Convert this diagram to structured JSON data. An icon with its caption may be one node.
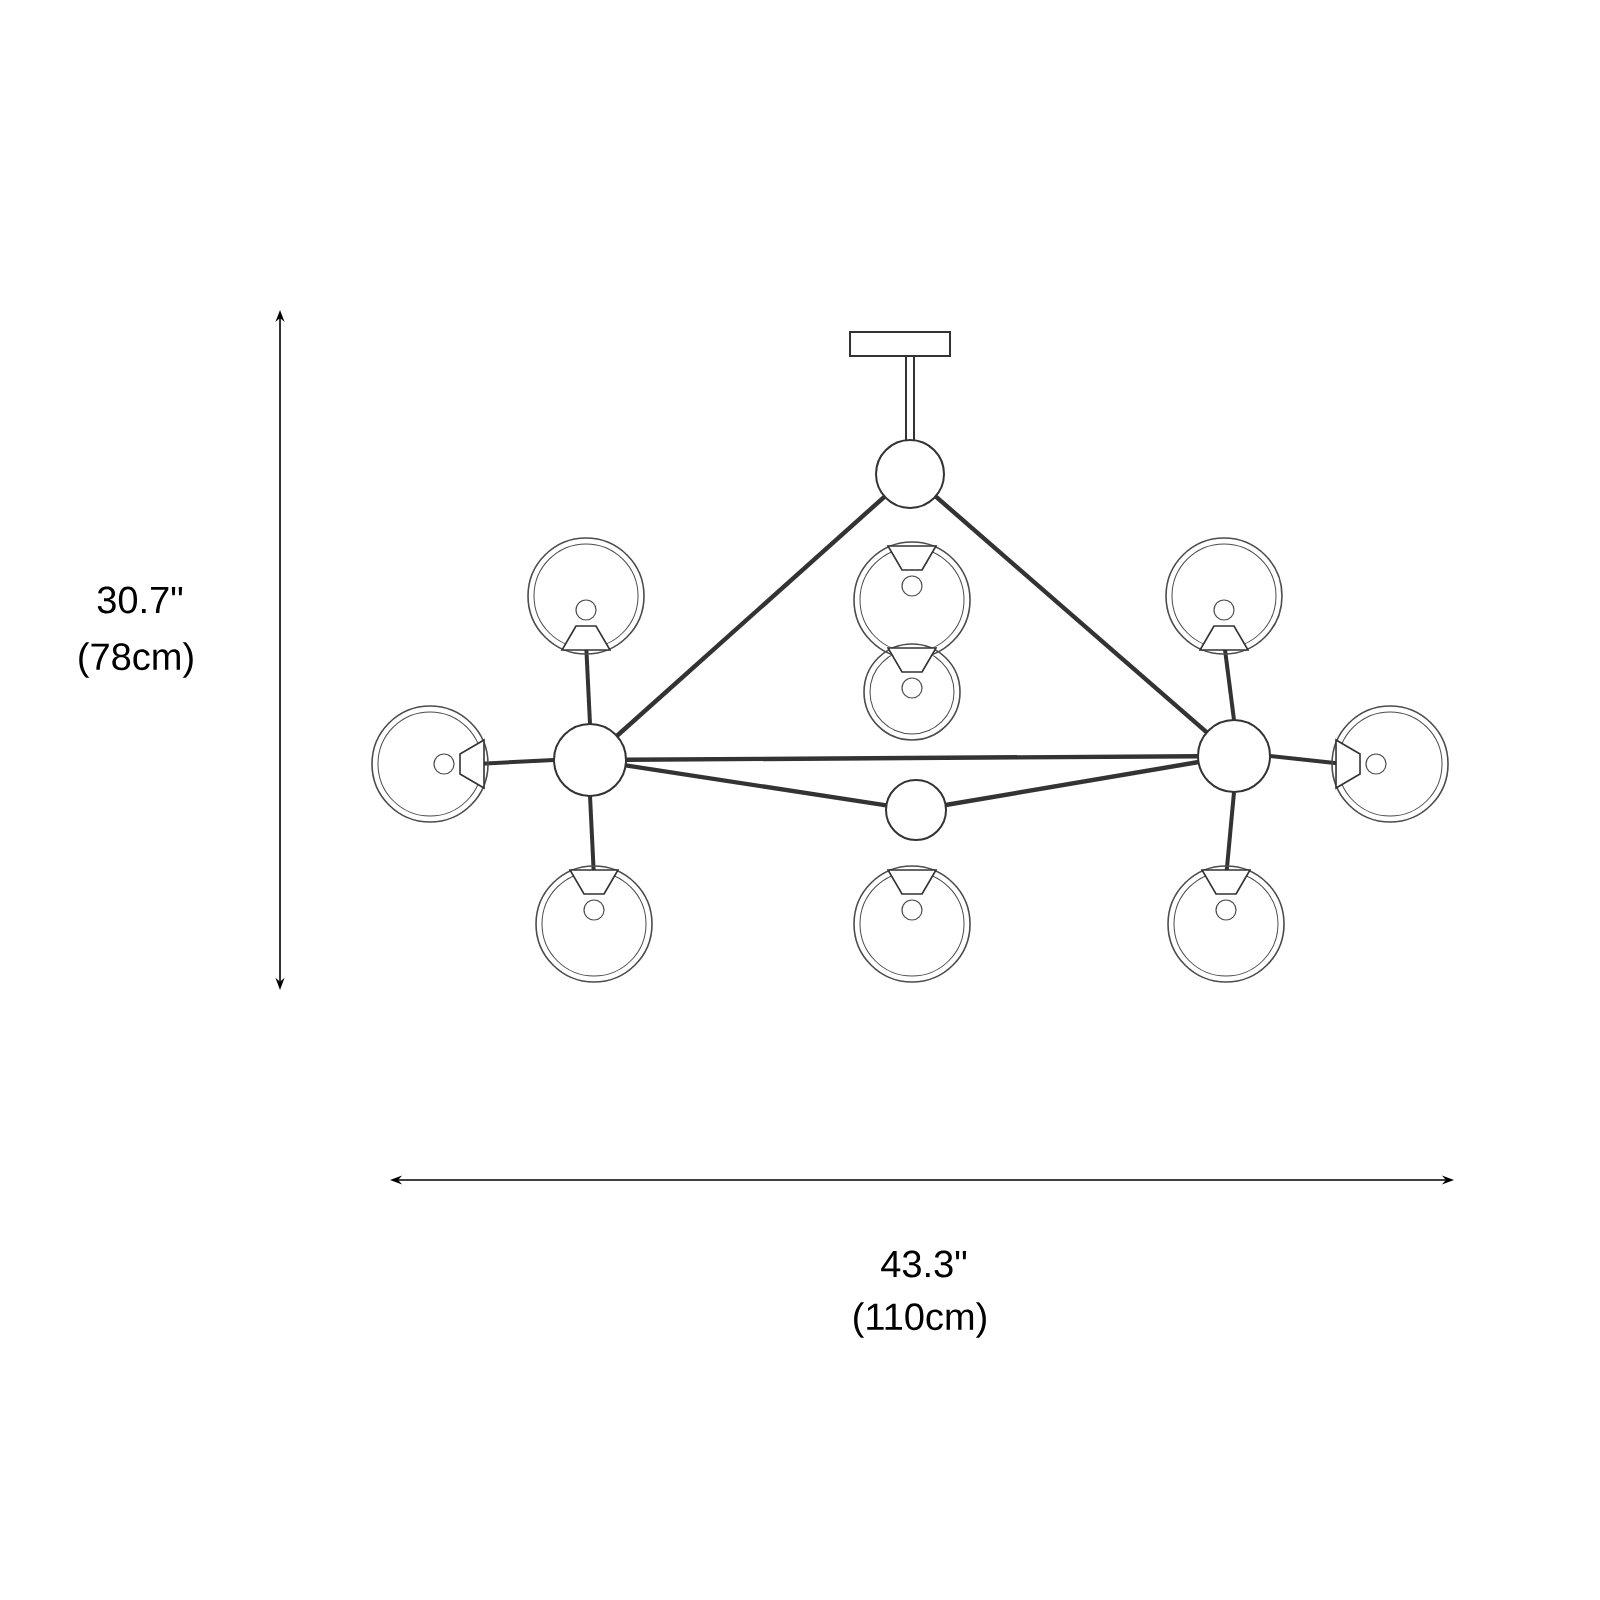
{
  "diagram": {
    "labels": [
      "30.7\"",
      "(78cm)",
      "43.3\"",
      "(110cm)"
    ]
  }
}
